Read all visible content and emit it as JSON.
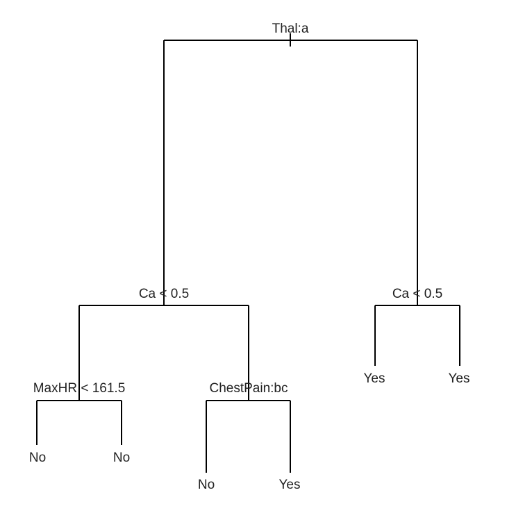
{
  "tree": {
    "root": {
      "split": "Thal:a",
      "left": {
        "split": "Ca < 0.5",
        "left": {
          "split": "MaxHR < 161.5",
          "left": {
            "leaf": "No"
          },
          "right": {
            "leaf": "No"
          }
        },
        "right": {
          "split": "ChestPain:bc",
          "left": {
            "leaf": "No"
          },
          "right": {
            "leaf": "Yes"
          }
        }
      },
      "right": {
        "split": "Ca < 0.5",
        "left": {
          "leaf": "Yes"
        },
        "right": {
          "leaf": "Yes"
        }
      }
    }
  }
}
